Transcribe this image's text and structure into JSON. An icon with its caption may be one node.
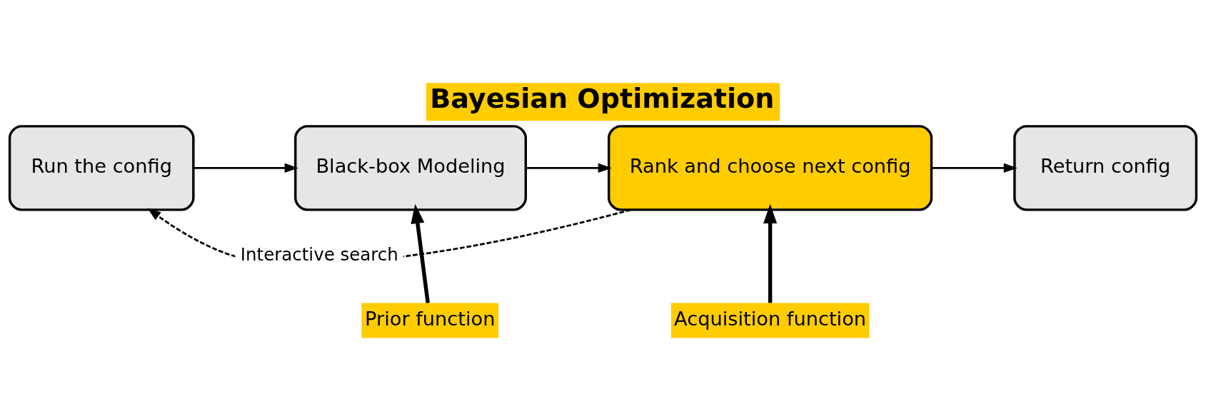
{
  "diagram": {
    "title": "Bayesian Optimization",
    "nodes": [
      {
        "text": [
          "Run the config"
        ]
      },
      {
        "text": [
          "Black-box Modeling"
        ]
      },
      {
        "text": [
          "Rank and choose next config"
        ]
      },
      {
        "text": [
          "Return config"
        ]
      },
      {
        "text": [
          "Prior function"
        ]
      },
      {
        "text": [
          "Acquisition function"
        ]
      }
    ],
    "edges": [
      {
        "from": 0,
        "to": 1,
        "arrow": "to"
      },
      {
        "from": 1,
        "to": 2,
        "arrow": "to"
      },
      {
        "from": 2,
        "to": 3,
        "arrow": "to"
      },
      {
        "from": 4,
        "to": 1,
        "arrow": "to",
        "style": "thick"
      },
      {
        "from": 5,
        "to": 2,
        "arrow": "to",
        "style": "thick"
      },
      {
        "from": 2,
        "to": 0,
        "arrow": "to",
        "style": "dashed",
        "label": "Interactive search"
      }
    ]
  }
}
